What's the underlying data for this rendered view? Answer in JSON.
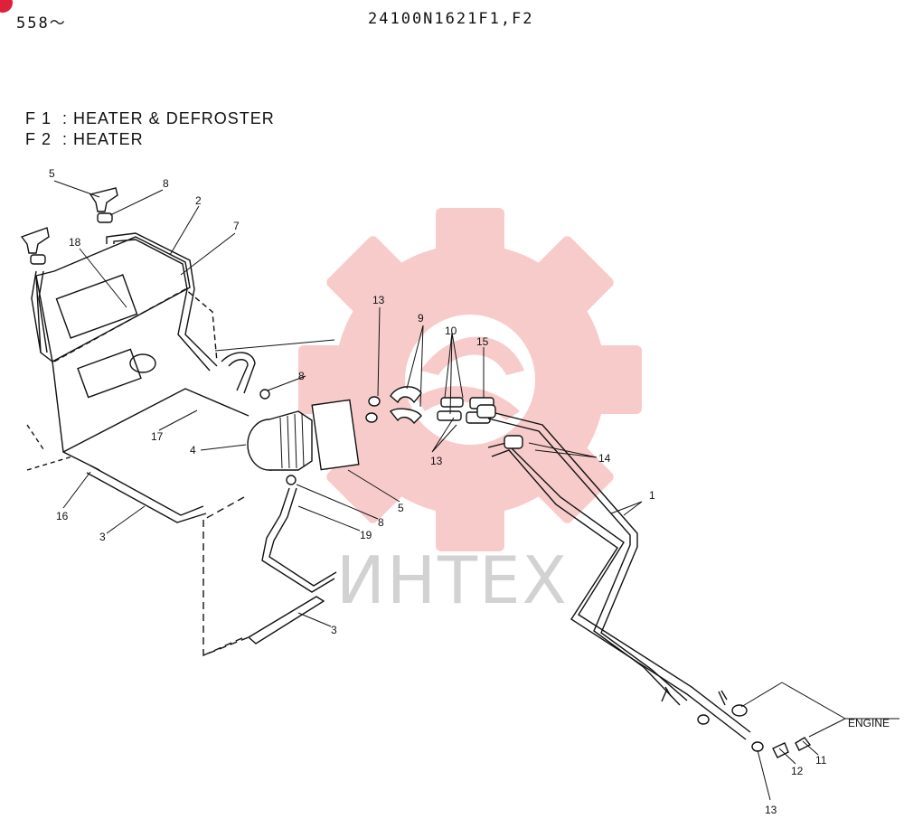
{
  "header": {
    "page_ref": "558～",
    "drawing_number": "24100N1621F1,F2"
  },
  "legend": {
    "line1": "F 1  : HEATER & DEFROSTER",
    "line2": "F 2  : HEATER"
  },
  "watermark": {
    "text": "ИНТЕХ",
    "gear_color": "#f7c3c3",
    "text_color": "#d2d2d2"
  },
  "callouts": {
    "c5a": "5",
    "c8a": "8",
    "c2": "2",
    "c7": "7",
    "c18": "18",
    "c13a": "13",
    "c9": "9",
    "c10": "10",
    "c15": "15",
    "c8b": "8",
    "c17": "17",
    "c4": "4",
    "c13b": "13",
    "c14": "14",
    "c5b": "5",
    "c1": "1",
    "c16": "16",
    "c3a": "3",
    "c8c": "8",
    "c19": "19",
    "c3b": "3",
    "c13c": "13",
    "c12": "12",
    "c11": "11",
    "engine": "ENGINE"
  },
  "accent_colors": {
    "corner_mark": "#e0203a"
  }
}
